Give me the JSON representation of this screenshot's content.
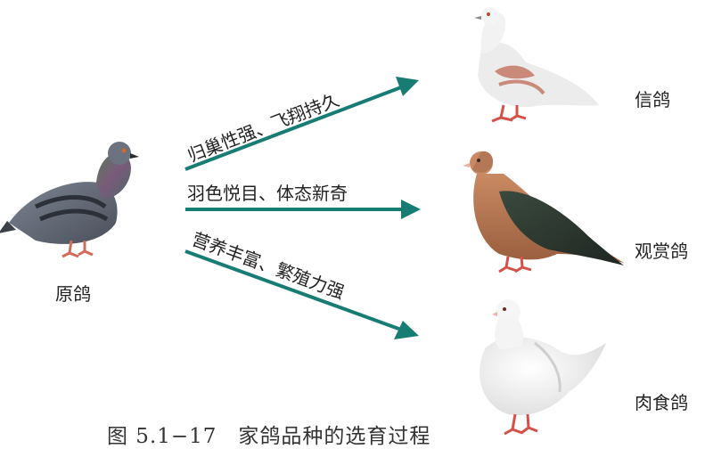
{
  "colors": {
    "arrow": "#177c74"
  },
  "labels": {
    "origin": "原鸽",
    "homing": "信鸽",
    "ornamental": "观赏鸽",
    "meat": "肉食鸽"
  },
  "arrows": {
    "up": "归巢性强、飞翔持久",
    "mid": "羽色悦目、体态新奇",
    "down": "营养丰富、繁殖力强"
  },
  "caption": "图 5.1−17　家鸽品种的选育过程"
}
